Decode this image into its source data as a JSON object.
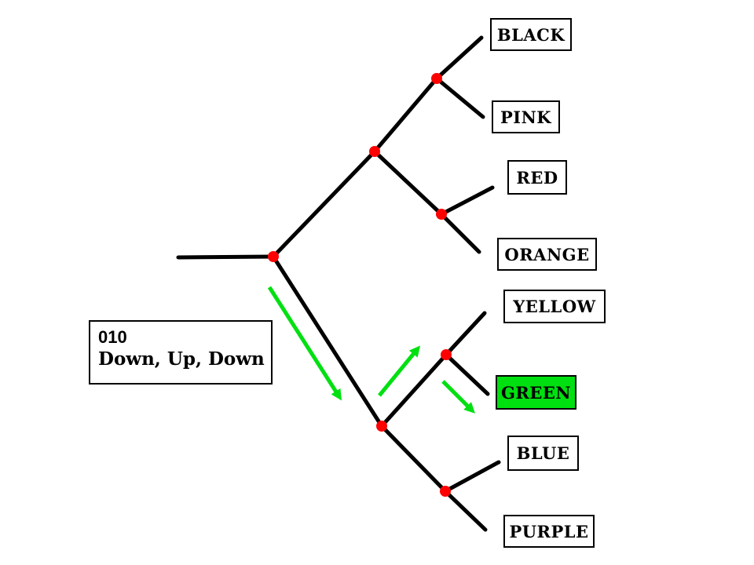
{
  "diagram": {
    "caption": {
      "code": "010",
      "path": "Down, Up, Down"
    },
    "leaves": [
      {
        "label": "BLACK",
        "highlighted": false
      },
      {
        "label": "PINK",
        "highlighted": false
      },
      {
        "label": "RED",
        "highlighted": false
      },
      {
        "label": "ORANGE",
        "highlighted": false
      },
      {
        "label": "YELLOW",
        "highlighted": false
      },
      {
        "label": "GREEN",
        "highlighted": true
      },
      {
        "label": "BLUE",
        "highlighted": false
      },
      {
        "label": "PURPLE",
        "highlighted": false
      }
    ],
    "path_sequence": [
      "Down",
      "Up",
      "Down"
    ],
    "selected_leaf": "GREEN",
    "colors": {
      "edge": "#000000",
      "node": "#FF0000",
      "arrow": "#00E011",
      "highlight": "#00E011",
      "box_border": "#000000",
      "background": "#FFFFFF"
    }
  }
}
